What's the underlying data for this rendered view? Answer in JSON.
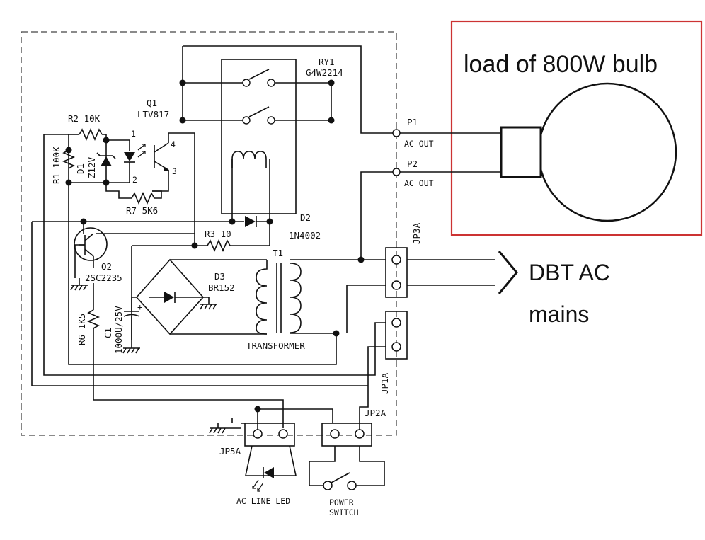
{
  "load": {
    "label": "load of  800W  bulb",
    "box_color": "#cc3333"
  },
  "dbt": {
    "line1": "DBT AC",
    "line2": "mains"
  },
  "relay": {
    "ref": "RY1",
    "part": "G4W2214"
  },
  "optocoupler": {
    "ref": "Q1",
    "part": "LTV817",
    "pin1": "1",
    "pin2": "2",
    "pin3": "3",
    "pin4": "4"
  },
  "r2": {
    "label": "R2  10K"
  },
  "r1": {
    "label": "R1  100K"
  },
  "d1": {
    "ref": "D1",
    "value": "Z12V"
  },
  "r7": {
    "label": "R7  5K6"
  },
  "q2": {
    "ref": "Q2",
    "part": "2SC2235"
  },
  "r3": {
    "label": "R3  10"
  },
  "d2": {
    "ref": "D2",
    "part": "1N4002"
  },
  "d3": {
    "ref": "D3",
    "part": "BR152"
  },
  "t1": {
    "ref": "T1",
    "name": "TRANSFORMER"
  },
  "r6": {
    "label": "R6  1K5"
  },
  "c1": {
    "ref": "C1",
    "value": "1000U/25V",
    "polarity": "+"
  },
  "p1": {
    "ref": "P1",
    "label": "AC  OUT"
  },
  "p2": {
    "ref": "P2",
    "label": "AC  OUT"
  },
  "jp3a": {
    "ref": "JP3A"
  },
  "jp1a": {
    "ref": "JP1A"
  },
  "jp2a": {
    "ref": "JP2A"
  },
  "jp5a": {
    "ref": "JP5A"
  },
  "led": {
    "label": "AC  LINE  LED"
  },
  "power_switch": {
    "line1": "POWER",
    "line2": "SWITCH"
  }
}
